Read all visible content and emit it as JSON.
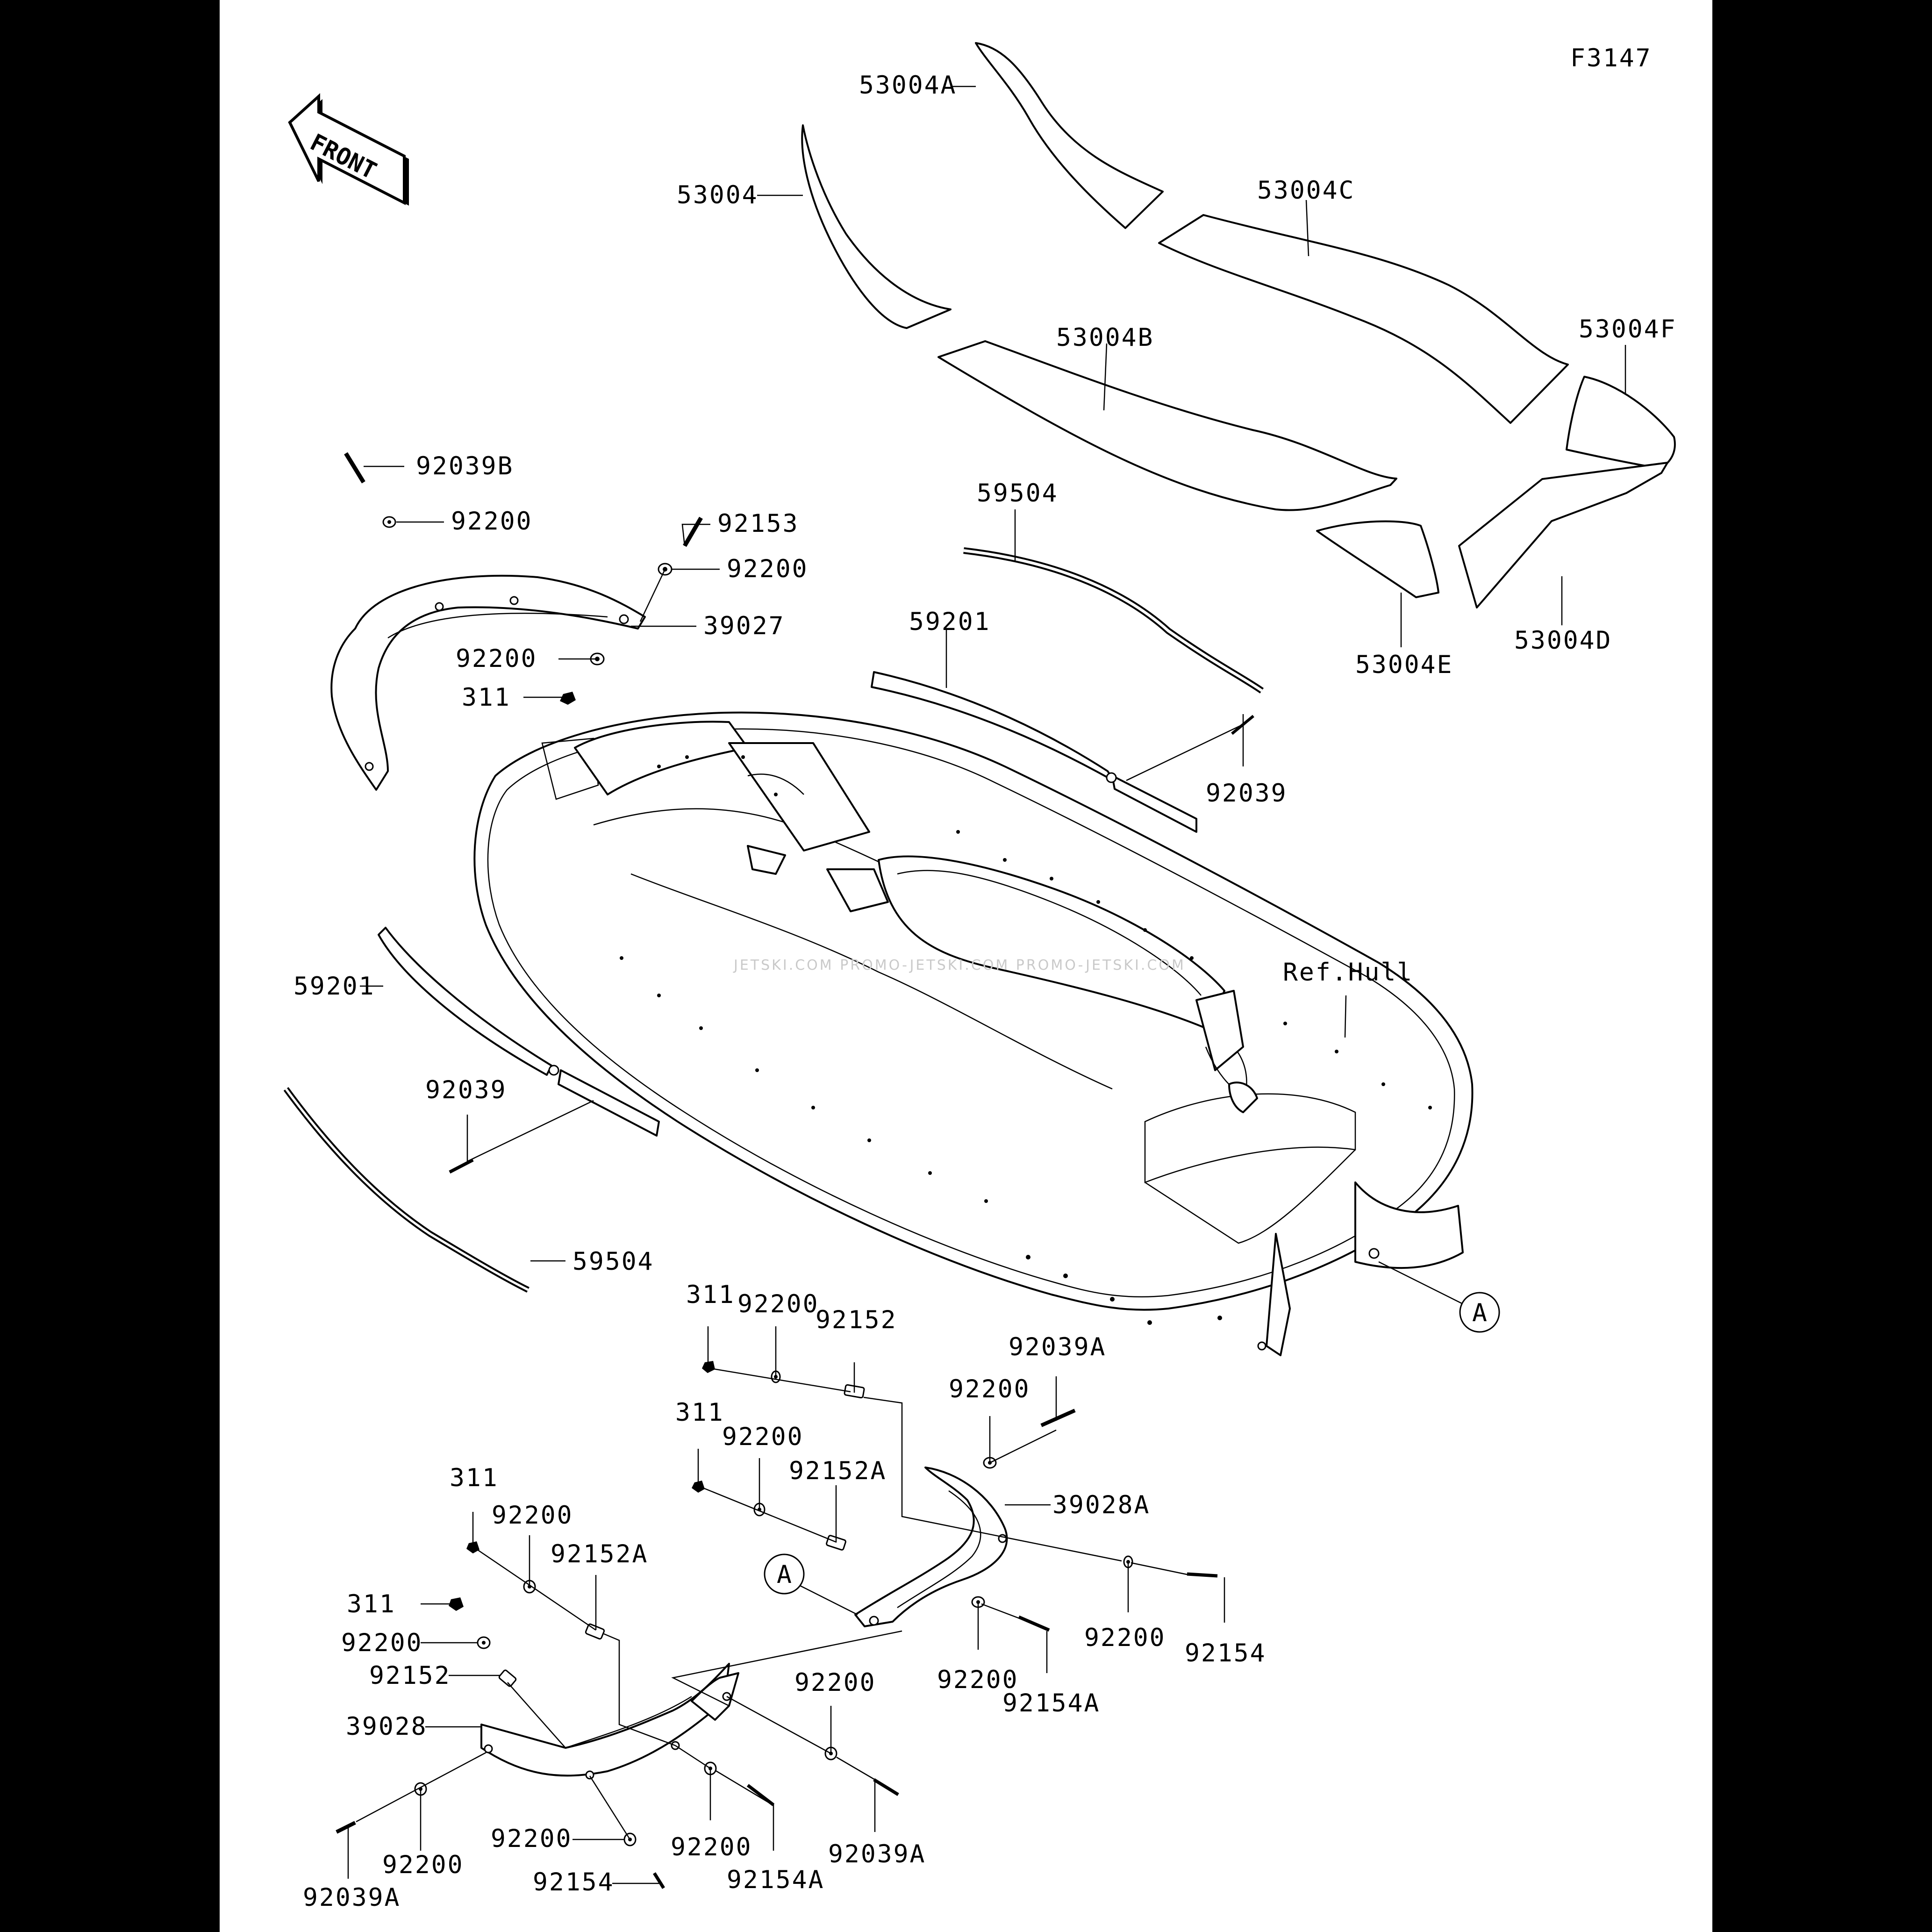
{
  "figure_code": "F3147",
  "front_badge": "FRONT",
  "watermark": "JETSKI.COM  PROMO-JETSKI.COM  PROMO-JETSKI.COM",
  "callout_marker": "A",
  "labels": {
    "p53004A": "53004A",
    "p53004": "53004",
    "p53004C": "53004C",
    "p53004B": "53004B",
    "p53004F": "53004F",
    "p53004E": "53004E",
    "p53004D": "53004D",
    "p59504_top": "59504",
    "p59201_top": "59201",
    "p92039_top": "92039",
    "p92039B": "92039B",
    "p92200_a": "92200",
    "p92153": "92153",
    "p92200_b": "92200",
    "p39027": "39027",
    "p92200_c": "92200",
    "p311_a": "311",
    "ref_hull": "Ref.Hull",
    "p59201_left": "59201",
    "p92039_left": "92039",
    "p59504_left": "59504",
    "p311_b": "311",
    "p92200_d": "92200",
    "p92152_a": "92152",
    "p92039A_a": "92039A",
    "p92200_e": "92200",
    "p311_c": "311",
    "p92200_f": "92200",
    "p92152A_a": "92152A",
    "p39028A": "39028A",
    "p311_d": "311",
    "p92200_g": "92200",
    "p92152A_b": "92152A",
    "p311_e": "311",
    "p92200_h": "92200",
    "p92152_b": "92152",
    "p39028": "39028",
    "p92200_i": "92200",
    "p92154_a": "92154",
    "p92200_j": "92200",
    "p92154A_a": "92154A",
    "p92200_k": "92200",
    "p92200_l": "92200",
    "p92039A_b": "92039A",
    "p92200_m": "92200",
    "p92154_b": "92154",
    "p92200_n": "92200",
    "p92154A_b": "92154A",
    "p92039A_c": "92039A"
  }
}
